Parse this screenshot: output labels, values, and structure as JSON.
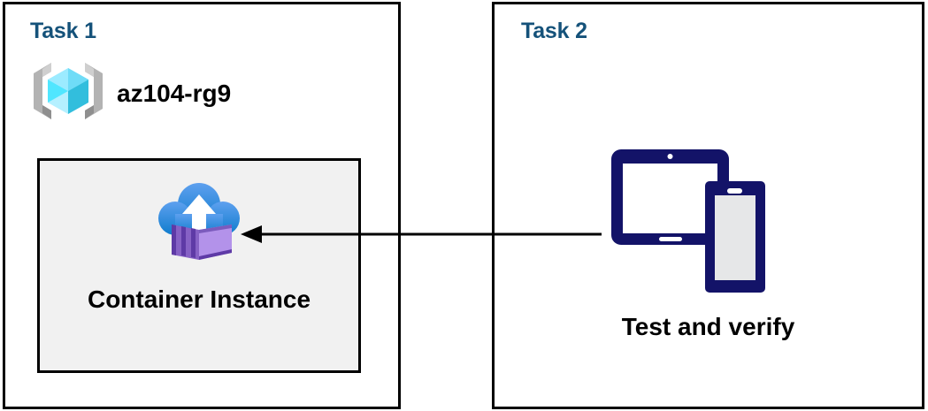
{
  "diagram": {
    "panels": [
      {
        "id": "task1",
        "title": "Task 1",
        "resource_group": {
          "label": "az104-rg9",
          "icon": "azure-resource-group-icon"
        },
        "card": {
          "label": "Container Instance",
          "icon": "azure-container-instance-icon"
        }
      },
      {
        "id": "task2",
        "title": "Task 2",
        "device": {
          "label": "Test and verify",
          "icon": "tablet-and-phone-icon"
        }
      }
    ],
    "connector": {
      "name": "arrow-task2-to-container-instance",
      "direction": "right-to-left"
    }
  },
  "colors": {
    "panel_border": "#000000",
    "title_blue": "#15527a",
    "card_fill": "#f1f1f1",
    "device_navy": "#131368",
    "cube_cyan": "#50e6ff",
    "bracket_gray": "#a3a3a3",
    "cloud_blue": "#1b8bdd",
    "container_purple": "#a67ae2",
    "arrow_black": "#000000"
  }
}
